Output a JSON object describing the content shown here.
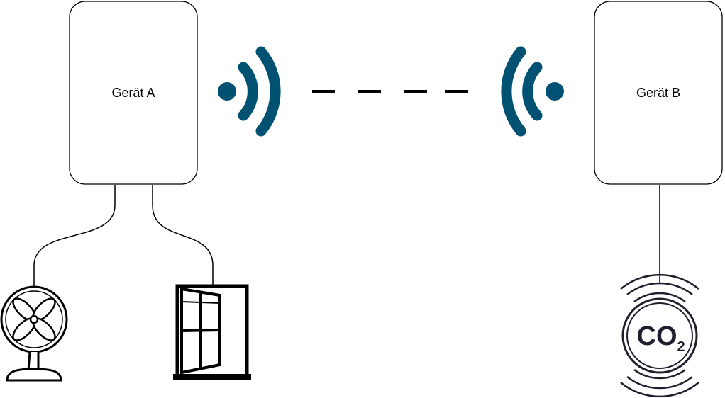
{
  "devices": {
    "a": {
      "label": "Gerät A"
    },
    "b": {
      "label": "Gerät B"
    }
  },
  "icons": {
    "signal_a": "wireless-signal-icon",
    "signal_b": "wireless-signal-icon",
    "fan": "fan-icon",
    "window": "window-icon",
    "co2_sensor": "co2-sensor-icon",
    "co2_text_main": "CO",
    "co2_text_sub": "2"
  },
  "colors": {
    "signal": "#005172",
    "line": "#000000"
  }
}
